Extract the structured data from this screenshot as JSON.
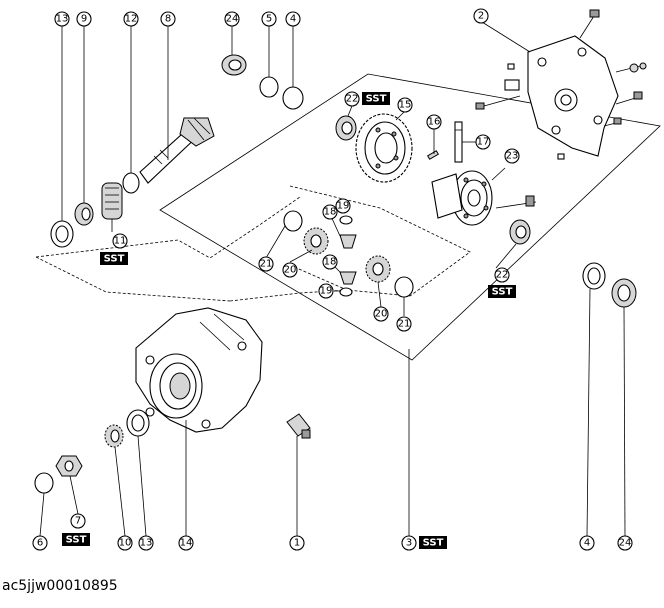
{
  "callouts": [
    {
      "id": "c1",
      "text": "1"
    },
    {
      "id": "c2",
      "text": "2"
    },
    {
      "id": "c3",
      "text": "3"
    },
    {
      "id": "c4a",
      "text": "4"
    },
    {
      "id": "c4b",
      "text": "4"
    },
    {
      "id": "c5",
      "text": "5"
    },
    {
      "id": "c6",
      "text": "6"
    },
    {
      "id": "c7",
      "text": "7"
    },
    {
      "id": "c8",
      "text": "8"
    },
    {
      "id": "c9",
      "text": "9"
    },
    {
      "id": "c10",
      "text": "10"
    },
    {
      "id": "c11",
      "text": "11"
    },
    {
      "id": "c12",
      "text": "12"
    },
    {
      "id": "c13a",
      "text": "13"
    },
    {
      "id": "c13b",
      "text": "13"
    },
    {
      "id": "c14",
      "text": "14"
    },
    {
      "id": "c15",
      "text": "15"
    },
    {
      "id": "c16",
      "text": "16"
    },
    {
      "id": "c17",
      "text": "17"
    },
    {
      "id": "c18a",
      "text": "18"
    },
    {
      "id": "c18b",
      "text": "18"
    },
    {
      "id": "c19a",
      "text": "19"
    },
    {
      "id": "c19b",
      "text": "19"
    },
    {
      "id": "c20a",
      "text": "20"
    },
    {
      "id": "c20b",
      "text": "20"
    },
    {
      "id": "c21a",
      "text": "21"
    },
    {
      "id": "c21b",
      "text": "21"
    },
    {
      "id": "c22a",
      "text": "22"
    },
    {
      "id": "c22b",
      "text": "22"
    },
    {
      "id": "c23",
      "text": "23"
    },
    {
      "id": "c24a",
      "text": "24"
    },
    {
      "id": "c24b",
      "text": "24"
    }
  ],
  "sst_label": "SST",
  "figure_code": "ac5jjw00010895"
}
